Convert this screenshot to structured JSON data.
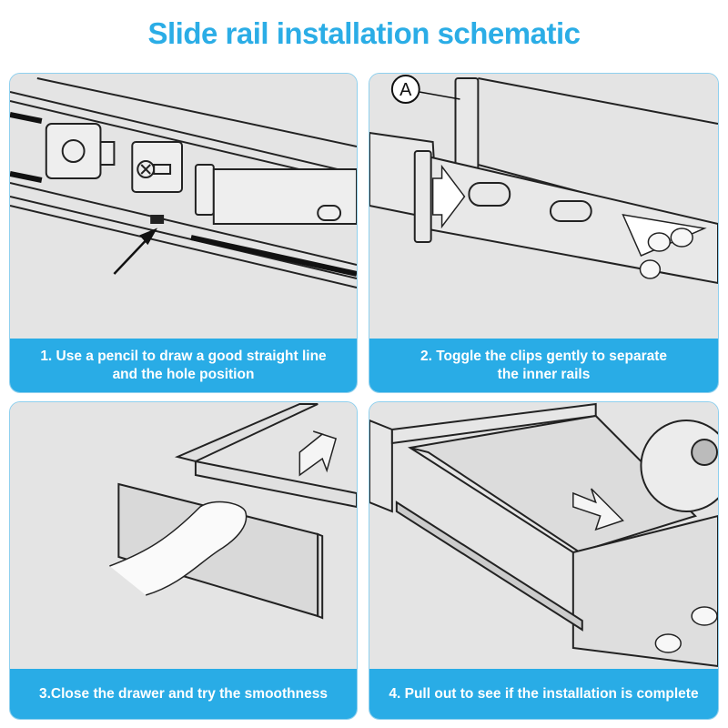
{
  "title": "Slide rail installation schematic",
  "accent_color": "#2bade6",
  "steps": [
    {
      "caption_line1": "1. Use a pencil to draw a good straight line",
      "caption_line2": "and the hole position",
      "illustration": "rail-mounting-screw-pencil-mark"
    },
    {
      "caption_line1": "2. Toggle the clips gently to separate",
      "caption_line2": "the inner rails",
      "illustration": "rail-clip-separation",
      "callout_label": "A"
    },
    {
      "caption_line1": "3.Close the drawer and try the smoothness",
      "caption_line2": "",
      "illustration": "hand-closing-drawer"
    },
    {
      "caption_line1": "4. Pull out to see if the installation is complete",
      "caption_line2": "",
      "illustration": "drawer-pulled-out"
    }
  ]
}
